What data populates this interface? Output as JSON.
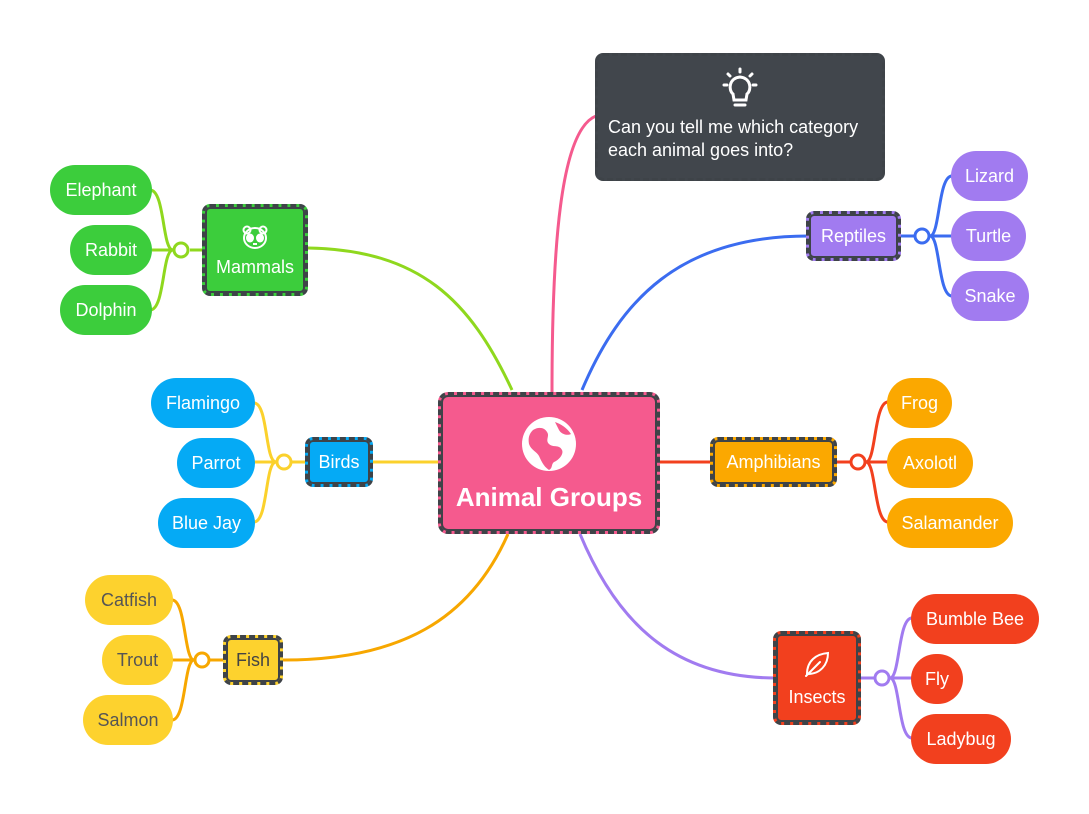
{
  "central": {
    "title": "Animal Groups",
    "color": "#f55a8e",
    "icon": "globe-icon"
  },
  "note": {
    "text": "Can you tell me which category each animal goes into?",
    "icon": "lightbulb-icon",
    "color": "#41464c"
  },
  "categories": {
    "mammals": {
      "label": "Mammals",
      "icon": "panda-icon",
      "color": "#3ccd3c",
      "line": "#8fd81e",
      "items": [
        "Elephant",
        "Rabbit",
        "Dolphin"
      ]
    },
    "birds": {
      "label": "Birds",
      "color": "#05aaf5",
      "line": "#fbd12c",
      "items": [
        "Flamingo",
        "Parrot",
        "Blue Jay"
      ]
    },
    "fish": {
      "label": "Fish",
      "color": "#fdd22e",
      "line": "#f7a700",
      "items": [
        "Catfish",
        "Trout",
        "Salmon"
      ]
    },
    "reptiles": {
      "label": "Reptiles",
      "color": "#a17bf0",
      "line": "#3b6cf0",
      "items": [
        "Lizard",
        "Turtle",
        "Snake"
      ]
    },
    "amphibians": {
      "label": "Amphibians",
      "color": "#fba800",
      "line": "#f2401e",
      "items": [
        "Frog",
        "Axolotl",
        "Salamander"
      ]
    },
    "insects": {
      "label": "Insects",
      "icon": "leaf-icon",
      "color": "#f2401e",
      "line": "#a17bf0",
      "items": [
        "Bumble Bee",
        "Fly",
        "Ladybug"
      ]
    }
  }
}
